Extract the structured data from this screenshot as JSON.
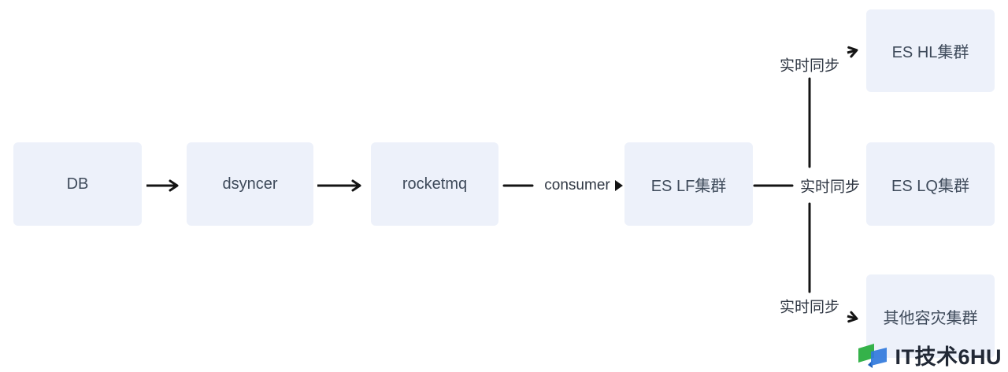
{
  "diagram": {
    "nodes": {
      "db": {
        "label": "DB"
      },
      "dsyncer": {
        "label": "dsyncer"
      },
      "rocketmq": {
        "label": "rocketmq"
      },
      "es_lf": {
        "label": "ES LF集群"
      },
      "es_hl": {
        "label": "ES HL集群"
      },
      "es_lq": {
        "label": "ES LQ集群"
      },
      "other_disaster_recovery": {
        "label": "其他容灾集群"
      }
    },
    "edges": {
      "consumer_label": "consumer",
      "realtime_sync_top": "实时同步",
      "realtime_sync_middle": "实时同步",
      "realtime_sync_bottom": "实时同步"
    },
    "colors": {
      "node_fill": "#edf1fa",
      "node_text": "#3e4a5a",
      "edge_line": "#141414",
      "edge_label_text": "#2e3642"
    }
  },
  "watermark": {
    "text": "IT技术6HU",
    "icon": "dual-flag-logo-icon",
    "icon_colors": {
      "green": "#35b24a",
      "blue": "#3179dc",
      "dark_blue": "#1f5fb8"
    }
  }
}
